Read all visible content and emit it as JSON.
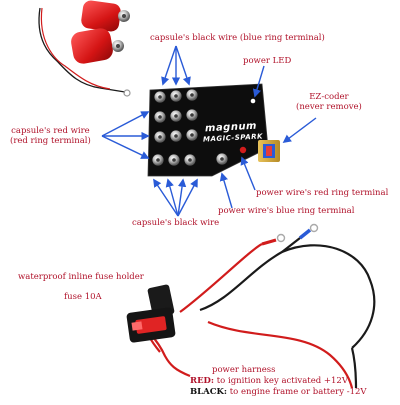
{
  "labels": {
    "capsule_black_wire_top": "capsule's black wire (blue ring terminal)",
    "power_led": "power LED",
    "ez_coder_line1": "EZ-coder",
    "ez_coder_line2": "(never remove)",
    "capsule_red_wire_line1": "capsule's red wire",
    "capsule_red_wire_line2": "(red ring terminal)",
    "power_red_ring": "power wire's red ring terminal",
    "power_blue_ring": "power wire's blue ring terminal",
    "capsule_black_wire_bottom": "capsule's black wire",
    "fuse_holder": "waterproof inline fuse holder",
    "fuse_10a": "fuse 10A",
    "power_harness": "power harness",
    "red_key": "RED:",
    "red_desc": "to ignition key activated +12V",
    "black_key": "BLACK:",
    "black_desc": "to engine frame or battery -12V"
  },
  "board": {
    "brand": "magnum",
    "model": "MAGIC-SPARK"
  },
  "colors": {
    "label_red": "#b0122a",
    "arrow_blue": "#2a5bd7",
    "wire_red": "#d11c1c",
    "wire_black": "#1a1a1a",
    "board_black": "#0d0d0d"
  }
}
